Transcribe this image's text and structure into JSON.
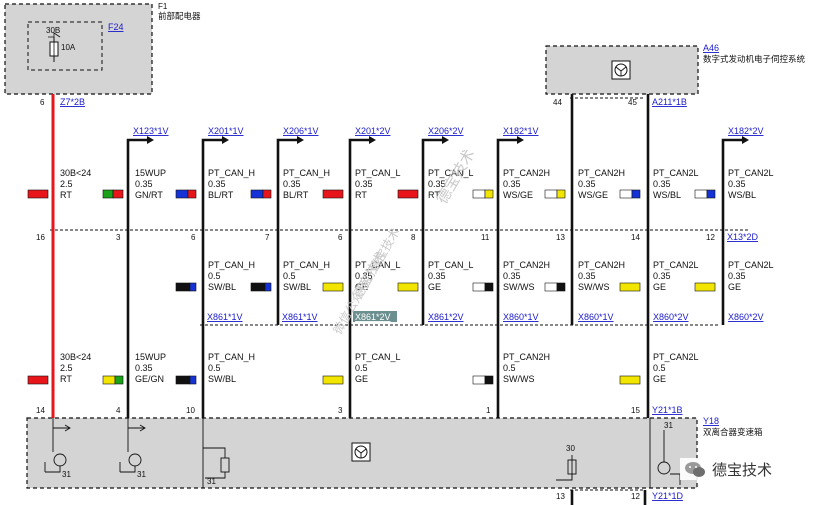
{
  "modules": {
    "fuse_panel": {
      "tag": "F24",
      "name": "前部配电器",
      "top_code": "F1",
      "supply": "30B",
      "fuse": "10A"
    },
    "dme": {
      "tag": "A46",
      "name": "数字式发动机电子伺控系统",
      "pins": [
        "44",
        "45"
      ],
      "connector": "A211*1B"
    },
    "gearbox": {
      "tag": "Y18",
      "name": "双离合器变速箱",
      "connector_top": "Y21*1B",
      "connector_bottom": "Y21*1D",
      "bottom_pins": [
        "13",
        "12"
      ],
      "internal": [
        "31",
        "31",
        "31",
        "30",
        "31"
      ]
    }
  },
  "connectors": {
    "top": [
      "Z7*2B",
      "X123*1V",
      "X201*1V",
      "X206*1V",
      "X201*2V",
      "X206*2V",
      "X182*1V",
      "X182*2V"
    ],
    "mid": "X13*2D",
    "lower": [
      "X861*1V",
      "X861*1V",
      "X861*2V",
      "X861*2V",
      "X860*1V",
      "X860*1V",
      "X860*2V",
      "X860*2V"
    ]
  },
  "pins": {
    "top_left": "6",
    "mid": [
      "16",
      "3",
      "6",
      "7",
      "6",
      "8",
      "11",
      "13",
      "14",
      "12"
    ],
    "bottom": [
      "14",
      "4",
      "10",
      "3",
      "1",
      "15"
    ]
  },
  "wires_upper": [
    {
      "signal": "30B<24",
      "gauge": "2.5",
      "color": "RT"
    },
    {
      "signal": "15WUP",
      "gauge": "0.35",
      "color": "GN/RT"
    },
    {
      "signal": "PT_CAN_H",
      "gauge": "0.35",
      "color": "BL/RT"
    },
    {
      "signal": "PT_CAN_H",
      "gauge": "0.35",
      "color": "BL/RT"
    },
    {
      "signal": "PT_CAN_L",
      "gauge": "0.35",
      "color": "RT"
    },
    {
      "signal": "PT_CAN_L",
      "gauge": "0.35",
      "color": "RT"
    },
    {
      "signal": "PT_CAN2H",
      "gauge": "0.35",
      "color": "WS/GE"
    },
    {
      "signal": "PT_CAN2H",
      "gauge": "0.35",
      "color": "WS/GE"
    },
    {
      "signal": "PT_CAN2L",
      "gauge": "0.35",
      "color": "WS/BL"
    },
    {
      "signal": "PT_CAN2L",
      "gauge": "0.35",
      "color": "WS/BL"
    }
  ],
  "wires_middle": [
    {
      "signal": "PT_CAN_H",
      "gauge": "0.5",
      "color": "SW/BL"
    },
    {
      "signal": "PT_CAN_H",
      "gauge": "0.5",
      "color": "SW/BL"
    },
    {
      "signal": "PT_CAN_L",
      "gauge": "0.35",
      "color": "GE"
    },
    {
      "signal": "PT_CAN_L",
      "gauge": "0.35",
      "color": "GE"
    },
    {
      "signal": "PT_CAN2H",
      "gauge": "0.35",
      "color": "SW/WS"
    },
    {
      "signal": "PT_CAN2H",
      "gauge": "0.35",
      "color": "SW/WS"
    },
    {
      "signal": "PT_CAN2L",
      "gauge": "0.35",
      "color": "GE"
    },
    {
      "signal": "PT_CAN2L",
      "gauge": "0.35",
      "color": "GE"
    }
  ],
  "wires_lower": [
    {
      "signal": "30B<24",
      "gauge": "2.5",
      "color": "RT"
    },
    {
      "signal": "15WUP",
      "gauge": "0.35",
      "color": "GE/GN"
    },
    {
      "signal": "PT_CAN_H",
      "gauge": "0.5",
      "color": "SW/BL"
    },
    {
      "signal": "PT_CAN_L",
      "gauge": "0.5",
      "color": "GE"
    },
    {
      "signal": "PT_CAN2H",
      "gauge": "0.5",
      "color": "SW/WS"
    },
    {
      "signal": "PT_CAN2L",
      "gauge": "0.5",
      "color": "GE"
    }
  ],
  "watermarks": [
    "德宝技术",
    "德宝技术",
    "微信公众号：德宝技术"
  ],
  "brand": "德宝技术",
  "colors": {
    "RT": "#e8151b",
    "BL": "#1432d6",
    "GN": "#1aa31a",
    "GE": "#f2e600",
    "SW": "#111111",
    "WS": "#ffffff",
    "module_fill": "#d4d4d4",
    "link": "#1a1acc"
  }
}
